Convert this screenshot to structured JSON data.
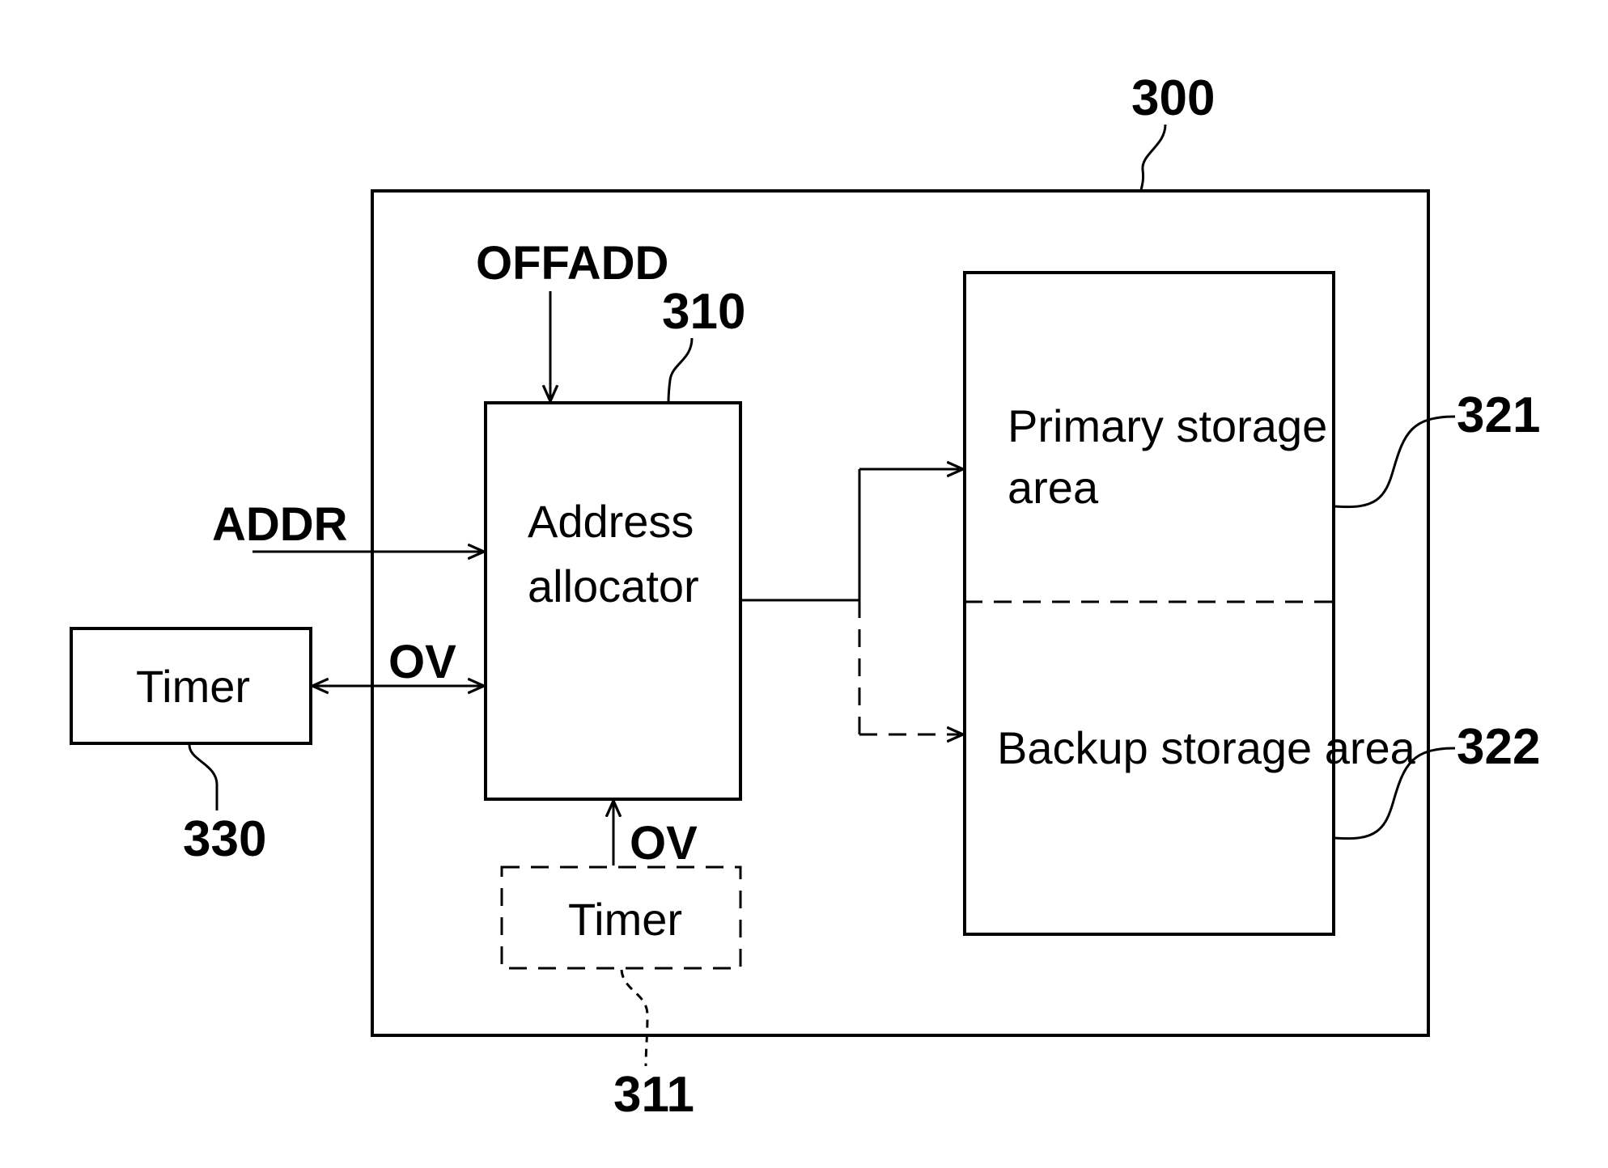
{
  "labels": {
    "ref_300": "300",
    "ref_310": "310",
    "ref_311": "311",
    "ref_321": "321",
    "ref_322": "322",
    "ref_330": "330",
    "offadd": "OFFADD",
    "addr": "ADDR",
    "ov_left": "OV",
    "ov_bottom": "OV"
  },
  "blocks": {
    "address_allocator_line1": "Address",
    "address_allocator_line2": "allocator",
    "primary_line1": "Primary storage",
    "primary_line2": "area",
    "backup": "Backup storage area",
    "timer_external": "Timer",
    "timer_internal": "Timer"
  }
}
